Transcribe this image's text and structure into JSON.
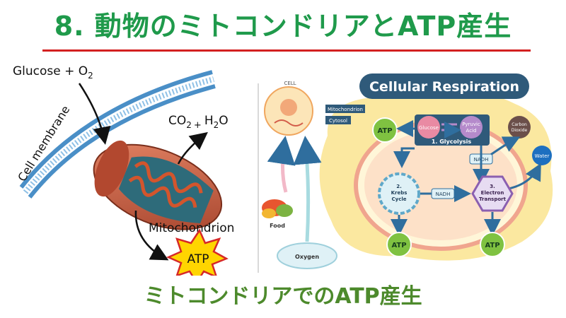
{
  "title": "8. 動物のミトコンドリアとATP産生",
  "left_diagram": {
    "input_label": "Glucose + O",
    "input_sub": "2",
    "output_co2": "CO",
    "output_co2_sub": "2",
    "output_plus": "+",
    "output_h2o_pre": "H",
    "output_h2o_sub": "2",
    "output_h2o_post": "O",
    "membrane_label": "Cell membrane",
    "organelle_label": "Mitochondrion",
    "product_label": "ATP"
  },
  "right_diagram": {
    "heading": "Cellular Respiration",
    "cell_label": "CELL",
    "tag_mitochondrion": "Mitochondrion",
    "tag_cytosol": "Cytosol",
    "food_label": "Food",
    "oxygen_label": "Oxygen",
    "glucose_label": "Glucose",
    "pyruvic_label_1": "Pyruvic",
    "pyruvic_label_2": "Acid",
    "glycolysis_label": "1. Glycolysis",
    "nadh_top": "NADH",
    "nadh_mid": "NADH",
    "krebs_label_1": "2.",
    "krebs_label_2": "Krebs",
    "krebs_label_3": "Cycle",
    "etc_label_1": "3.",
    "etc_label_2": "Electron",
    "etc_label_3": "Transport",
    "carbon_label_1": "Carbon",
    "carbon_label_2": "Dioxide",
    "water_label": "Water",
    "atp_label": "ATP"
  },
  "caption": "ミトコンドリアでのATP産生",
  "colors": {
    "title": "#1f9a4b",
    "title_rule": "#d32020",
    "caption": "#4d8a2c",
    "heading_bg": "#2f5a7a",
    "atp_green": "#7fc241",
    "burst_yellow": "#ffd500",
    "burst_red": "#d62828"
  }
}
